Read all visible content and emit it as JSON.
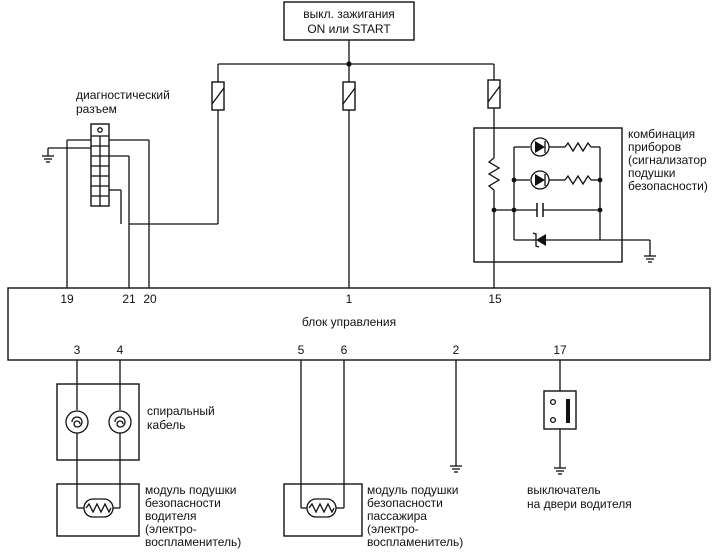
{
  "ignition_box": {
    "line1": "выкл. зажигания",
    "line2": "ON или START"
  },
  "diag_connector": {
    "line1": "диагностический",
    "line2": "разъем"
  },
  "instrument_cluster": {
    "lines": [
      "комбинация",
      "приборов",
      "(сигнализатор",
      "подушки",
      "безопасности)"
    ]
  },
  "control_unit": {
    "label": "блок управления",
    "pins_top": {
      "p19": "19",
      "p21": "21",
      "p20": "20",
      "p1": "1",
      "p15": "15"
    },
    "pins_bottom": {
      "p3": "3",
      "p4": "4",
      "p5": "5",
      "p6": "6",
      "p2": "2",
      "p17": "17"
    }
  },
  "spiral_cable": {
    "lines": [
      "спиральный",
      "кабель"
    ]
  },
  "driver_module": {
    "lines": [
      "модуль подушки",
      "безопасности",
      "водителя",
      "(электро-",
      "воспламенитель)"
    ]
  },
  "passenger_module": {
    "lines": [
      "модуль подушки",
      "безопасности",
      "пассажира",
      "(электро-",
      "воспламенитель)"
    ]
  },
  "door_switch": {
    "lines": [
      "выключатель",
      "на двери водителя"
    ]
  }
}
